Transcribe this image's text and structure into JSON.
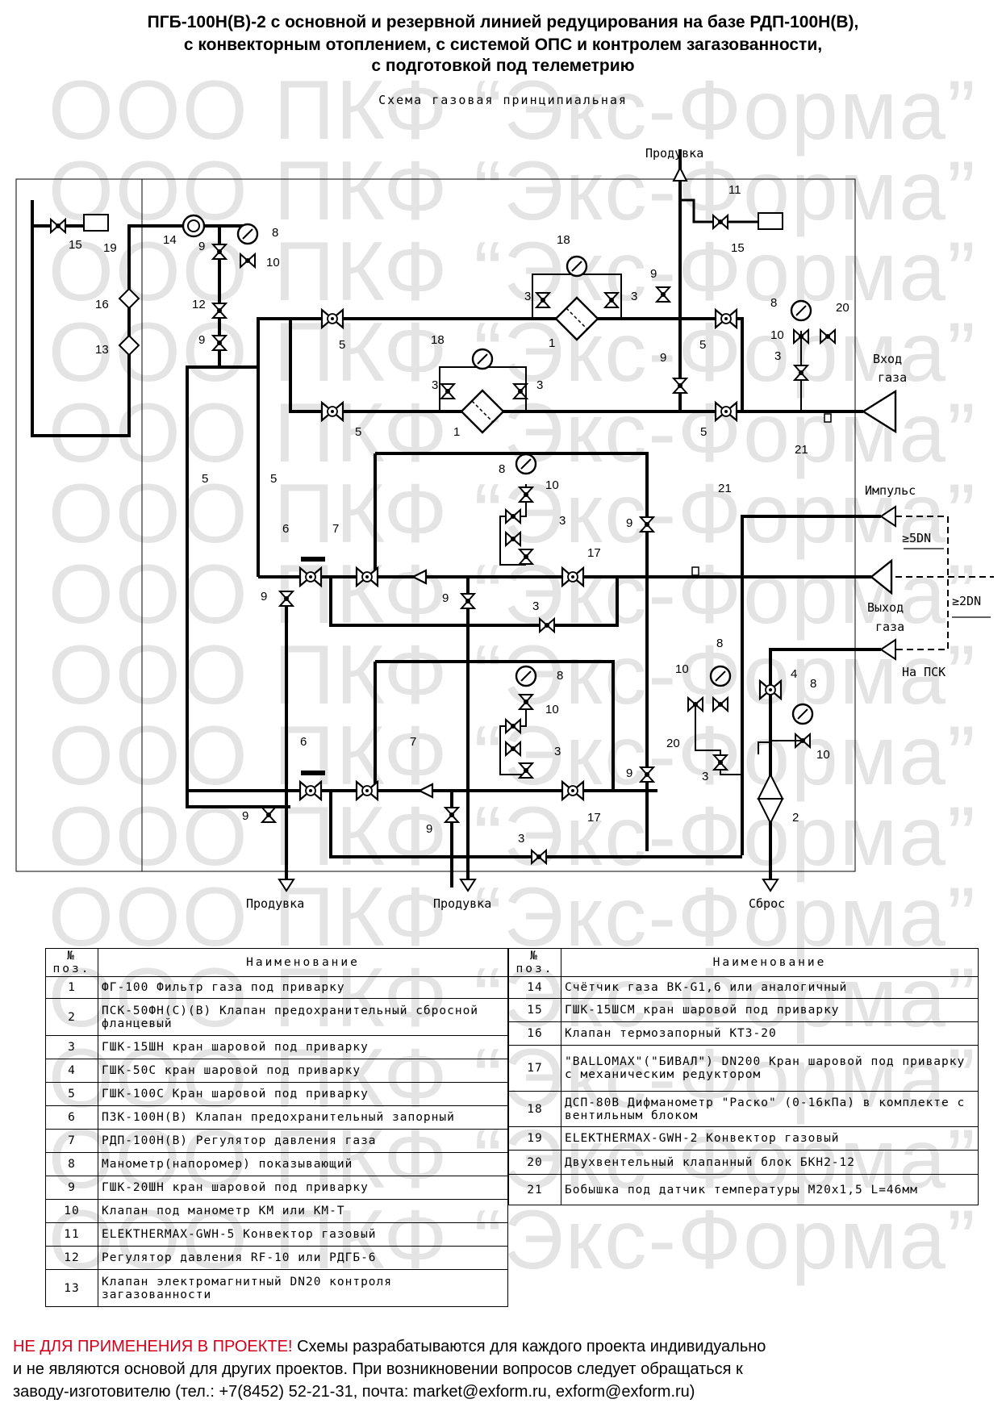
{
  "title": {
    "line1": "ПГБ-100Н(В)-2 с основной и резервной линией редуцирования на базе РДП-100Н(В),",
    "line2": "с конвекторным отоплением, с системой ОПС и контролем загазованности,",
    "line3": "с подготовкой под телеметрию"
  },
  "subtitle": "Схема газовая принципиальная",
  "watermark": "ООО ПКФ “Экс-Форма”",
  "diagram": {
    "labels": {
      "purge_top": "Продувка",
      "gas_inlet_1": "Вход",
      "gas_inlet_2": "газа",
      "impulse": "Импульс",
      "gas_outlet_1": "Выход",
      "gas_outlet_2": "газа",
      "to_psk": "На ПСК",
      "dim_5dn": "≥5DN",
      "dim_2dn": "≥2DN",
      "purge_bottom_1": "Продувка",
      "purge_bottom_2": "Продувка",
      "discharge": "Сброс"
    },
    "position_numbers": [
      "1",
      "2",
      "3",
      "4",
      "5",
      "6",
      "7",
      "8",
      "9",
      "10",
      "11",
      "12",
      "13",
      "14",
      "15",
      "16",
      "17",
      "18",
      "19",
      "20",
      "21"
    ]
  },
  "legend": {
    "col_pos": "№ поз.",
    "col_name": "Наименование",
    "left": [
      {
        "pos": "1",
        "name": "ФГ-100 Фильтр газа под приварку"
      },
      {
        "pos": "2",
        "name": "ПСК-50ФН(С)(В) Клапан предохранительный сбросной фланцевый"
      },
      {
        "pos": "3",
        "name": "ГШК-15ШН кран шаровой под приварку"
      },
      {
        "pos": "4",
        "name": "ГШК-50С кран шаровой под  приварку"
      },
      {
        "pos": "5",
        "name": "ГШК-100С Кран шаровой под  приварку"
      },
      {
        "pos": "6",
        "name": "ПЗК-100Н(В) Клапан предохранительный запорный"
      },
      {
        "pos": "7",
        "name": "РДП-100Н(В) Регулятор давления газа"
      },
      {
        "pos": "8",
        "name": "Манометр(напоромер) показывающий"
      },
      {
        "pos": "9",
        "name": "ГШК-20ШН кран шаровой под приварку"
      },
      {
        "pos": "10",
        "name": "Клапан под манометр КМ или КМ-Т"
      },
      {
        "pos": "11",
        "name": "ELEKTHERMAX-GWH-5 Конвектор газовый"
      },
      {
        "pos": "12",
        "name": "Регулятор давления RF-10 или РДГБ-6"
      },
      {
        "pos": "13",
        "name": "Клапан электромагнитный DN20 контроля загазованности"
      }
    ],
    "right": [
      {
        "pos": "14",
        "name": "Счётчик газа ВК-G1,6 или аналогичный"
      },
      {
        "pos": "15",
        "name": "ГШК-15ШСМ кран шаровой под приварку"
      },
      {
        "pos": "16",
        "name": "Клапан термозапорный КТЗ-20"
      },
      {
        "pos": "17",
        "name": "\"BALLOMAX\"(\"БИВАЛ\") DN200 Кран шаровой под приварку с механическим редуктором"
      },
      {
        "pos": "18",
        "name": "ДСП-80В Дифманометр \"Раско\" (0-16кПа) в комплекте с вентильным блоком"
      },
      {
        "pos": "19",
        "name": "ELEKTHERMAX-GWH-2 Конвектор газовый"
      },
      {
        "pos": "20",
        "name": "Двухвентельный клапанный блок БКН2-12"
      },
      {
        "pos": "21",
        "name": "Бобышка под датчик температуры М20х1,5  L=46мм"
      }
    ]
  },
  "footer": {
    "warning": "НЕ ДЛЯ ПРИМЕНЕНИЯ В ПРОЕКТЕ!",
    "text1": " Схемы разрабатываются для каждого проекта индивидуально",
    "text2": "и не являются основой для других проектов. При возникновении вопросов следует обращаться к",
    "text3": "заводу-изготовителю (тел.: +7(8452) 52-21-31, почта: market@exform.ru, exform@exform.ru)"
  },
  "colors": {
    "line": "#000000",
    "watermark": "#e4e4e4",
    "warning": "#d5001c"
  }
}
